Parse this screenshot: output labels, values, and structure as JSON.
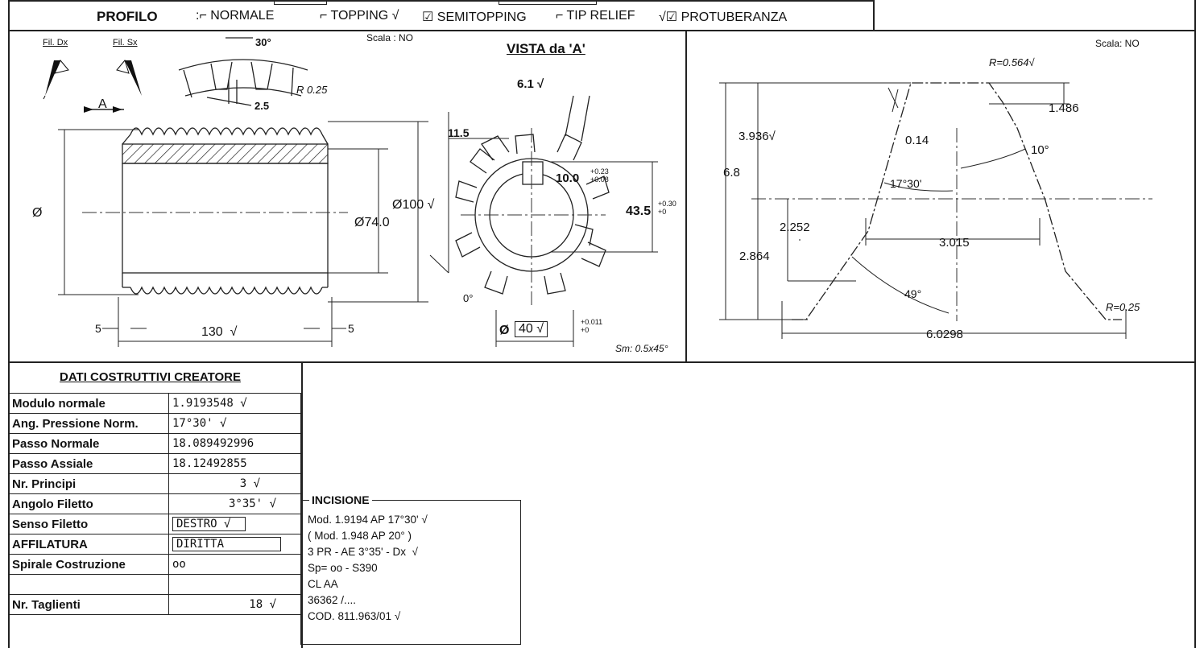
{
  "header": {
    "label": "PROFILO",
    "options": [
      {
        "label": "NORMALE",
        "checked": false
      },
      {
        "label": "TOPPING",
        "checked": false
      },
      {
        "label": "SEMITOPPING",
        "checked": true
      },
      {
        "label": "TIP RELIEF",
        "checked": false
      },
      {
        "label": "PROTUBERANZA",
        "checked": true
      }
    ]
  },
  "left_view": {
    "fil_dx": "Fil. Dx",
    "fil_sx": "Fil. Sx",
    "scale": "Scala : NO",
    "view_title": "VISTA da 'A'",
    "arrow_label": "A",
    "dims": {
      "angle_30": "30°",
      "radius": "R 0.25",
      "pitch": "2.5",
      "dia_left": "Ø",
      "dia_74": "Ø74.0",
      "dia_100": "Ø100",
      "len_130": "130",
      "len_5_left": "5",
      "len_5_right": "5",
      "d_6_1": "6.1",
      "d_11_5": "11.5",
      "d_10": "10.0",
      "tol_10": "+0.23\n+0.08",
      "tol_10_a": "+0.23",
      "tol_10_b": "+0.08",
      "d_43_5": "43.5",
      "tol_43_a": "+0.30",
      "tol_43_b": "+0",
      "angle_0": "0°",
      "bore": "40",
      "bore_symbol": "Ø",
      "tol_bore_a": "+0.011",
      "tol_bore_b": "+0",
      "chamfer": "Sm: 0.5x45°"
    }
  },
  "right_view": {
    "scale": "Scala: NO",
    "dims": {
      "r_top": "R=0.564",
      "d_1_486": "1.486",
      "d_3_936": "3.936",
      "d_0_14": "0.14",
      "a_10": "10°",
      "d_6_8": "6.8",
      "a_17_30": "17°30'",
      "d_2_252": "2.252",
      "d_3_015": "3.015",
      "d_2_864": "2.864",
      "a_49": "49°",
      "r_bottom": "R=0.25",
      "d_6_0298": "6.0298"
    }
  },
  "data_table": {
    "title": "DATI COSTRUTTIVI CREATORE",
    "rows": [
      {
        "label": "Modulo normale",
        "value": "1.9193548"
      },
      {
        "label": "Ang. Pressione Norm.",
        "value": "17°30'"
      },
      {
        "label": "Passo  Normale",
        "value": "18.089492996"
      },
      {
        "label": "Passo  Assiale",
        "value": "18.12492855"
      },
      {
        "label": "Nr. Principi",
        "value": "3"
      },
      {
        "label": "Angolo Filetto",
        "value": "3°35'"
      },
      {
        "label": "Senso Filetto",
        "value": "DESTRO"
      },
      {
        "label": "AFFILATURA",
        "value": "DIRITTA"
      },
      {
        "label": "Spirale Costruzione",
        "value": "oo"
      },
      {
        "label": "",
        "value": ""
      },
      {
        "label": "Nr. Taglienti",
        "value": "18"
      }
    ]
  },
  "incisione": {
    "title": "INCISIONE",
    "lines": [
      "Mod. 1.9194 AP  17°30'",
      "( Mod. 1.948 AP  20° )",
      "3 PR  - AE 3°35' - Dx",
      "Sp= oo - S390",
      "CL AA",
      "36362 /....",
      "COD. 811.963/01"
    ]
  },
  "check_mark": "√"
}
